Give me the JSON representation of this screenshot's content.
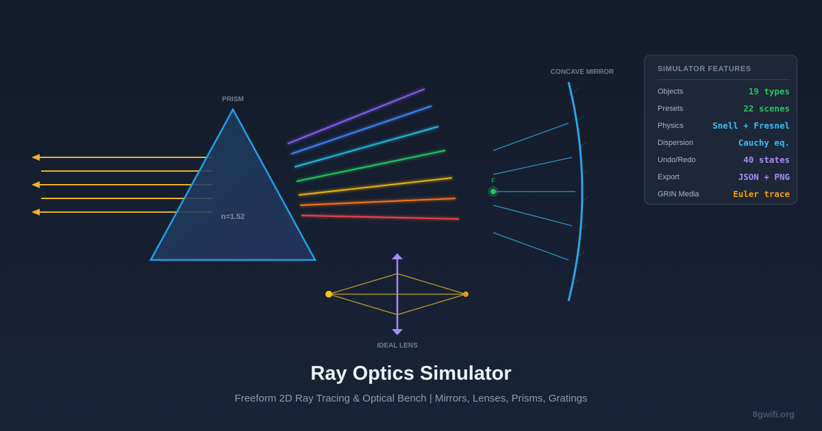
{
  "labels": {
    "prism": "PRISM",
    "prism_index": "n=1.52",
    "mirror": "CONCAVE MIRROR",
    "focal": "F",
    "lens": "IDEAL LENS"
  },
  "panel": {
    "title": "SIMULATOR FEATURES",
    "rows": [
      {
        "key": "Objects",
        "value": "19 types",
        "color": "#22c55e"
      },
      {
        "key": "Presets",
        "value": "22 scenes",
        "color": "#22c55e"
      },
      {
        "key": "Physics",
        "value": "Snell + Fresnel",
        "color": "#38bdf8"
      },
      {
        "key": "Dispersion",
        "value": "Cauchy eq.",
        "color": "#38bdf8"
      },
      {
        "key": "Undo/Redo",
        "value": "40 states",
        "color": "#a78bfa"
      },
      {
        "key": "Export",
        "value": "JSON + PNG",
        "color": "#a78bfa"
      },
      {
        "key": "GRIN Media",
        "value": "Euler trace",
        "color": "#f59e0b"
      }
    ]
  },
  "title": "Ray Optics Simulator",
  "subtitle": "Freeform 2D Ray Tracing & Optical Bench | Mirrors, Lenses, Prisms, Gratings",
  "brand": "8gwifi.org",
  "colors": {
    "ray": "#f0b429",
    "prism": "#1fa2e6",
    "mirror": "#2ba6e6",
    "focus": "#22c55e",
    "lens": "#a78bfa",
    "spectrum": [
      "#8b5cf6",
      "#3b82f6",
      "#22b8d8",
      "#22c55e",
      "#eab308",
      "#f97316",
      "#ef4444"
    ]
  }
}
